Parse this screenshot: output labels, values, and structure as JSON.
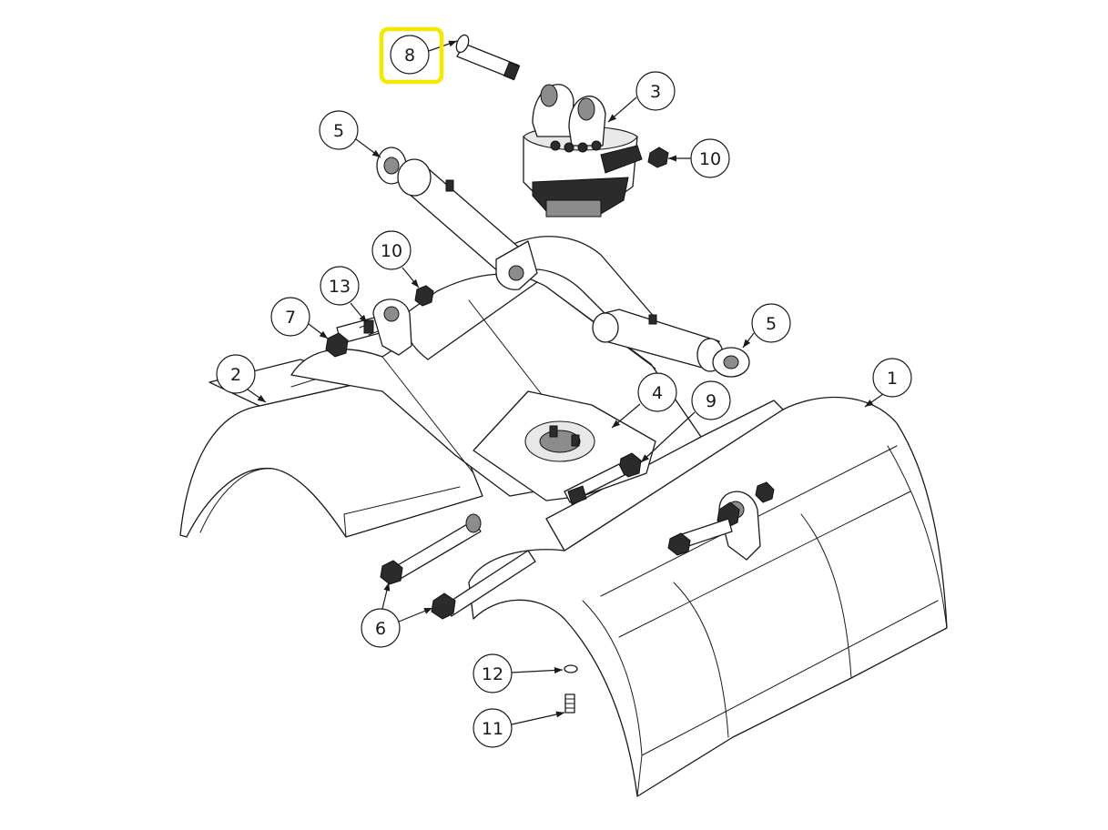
{
  "diagram": {
    "highlight_color": "#f5e800",
    "line_color": "#1a1a1a",
    "highlighted_callout": "8",
    "callouts": [
      {
        "id": "c8",
        "label": "8",
        "icon": "pin-icon"
      },
      {
        "id": "c3",
        "label": "3",
        "icon": "rotator-icon"
      },
      {
        "id": "c10a",
        "label": "10",
        "icon": "nut-icon"
      },
      {
        "id": "c5a",
        "label": "5",
        "icon": "cylinder-icon"
      },
      {
        "id": "c10b",
        "label": "10",
        "icon": "nut-icon"
      },
      {
        "id": "c13",
        "label": "13",
        "icon": "grease-nipple-icon"
      },
      {
        "id": "c7",
        "label": "7",
        "icon": "bolt-icon"
      },
      {
        "id": "c5b",
        "label": "5",
        "icon": "cylinder-icon"
      },
      {
        "id": "c2",
        "label": "2",
        "icon": "grab-shell-icon"
      },
      {
        "id": "c1",
        "label": "1",
        "icon": "grab-shell-icon"
      },
      {
        "id": "c4",
        "label": "4",
        "icon": "mounting-bracket-icon"
      },
      {
        "id": "c9",
        "label": "9",
        "icon": "bolt-icon"
      },
      {
        "id": "c6",
        "label": "6",
        "icon": "bolt-icon"
      },
      {
        "id": "c12",
        "label": "12",
        "icon": "washer-icon"
      },
      {
        "id": "c11",
        "label": "11",
        "icon": "screw-icon"
      }
    ]
  }
}
